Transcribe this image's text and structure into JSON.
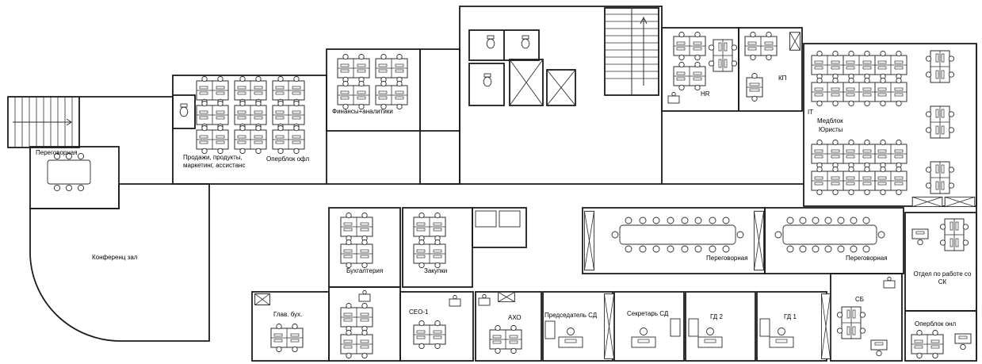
{
  "palette": {
    "wall": "#1c1c1c",
    "furniture": "#2e2e2e",
    "background": "#ffffff",
    "text": "#000000"
  },
  "rooms": {
    "meeting_nw": {
      "label": "Переговорная"
    },
    "sales": {
      "label": "Продажи, продукты, маркетинг, ассистанс"
    },
    "operblok_ofl": {
      "label": "Оперблок офл"
    },
    "finance": {
      "label": "Финансы+аналитики"
    },
    "conference": {
      "label": "Конференц зал"
    },
    "hr": {
      "label": "HR"
    },
    "kp": {
      "label": "КП"
    },
    "it": {
      "label": "IT"
    },
    "medblok": {
      "label": "Медблок"
    },
    "lawyers": {
      "label": "Юристы"
    },
    "meeting_center": {
      "label": "Переговорная"
    },
    "meeting_east": {
      "label": "Переговорная"
    },
    "accounting": {
      "label": "Бухгалтерия"
    },
    "procurement": {
      "label": "Закупки"
    },
    "chief_accountant": {
      "label": "Глав. бух."
    },
    "ceo_1": {
      "label": "СЕО-1"
    },
    "aho": {
      "label": "АХО"
    },
    "chairman_sd": {
      "label": "Председатель СД"
    },
    "secretary_sd": {
      "label": "Секретарь СД"
    },
    "gd_2": {
      "label": "ГД 2"
    },
    "gd_1": {
      "label": "ГД 1"
    },
    "sb": {
      "label": "СБ"
    },
    "sk_department": {
      "label": "Отдел по работе со СК"
    },
    "operblok_onl": {
      "label": "Оперблок онл"
    }
  }
}
